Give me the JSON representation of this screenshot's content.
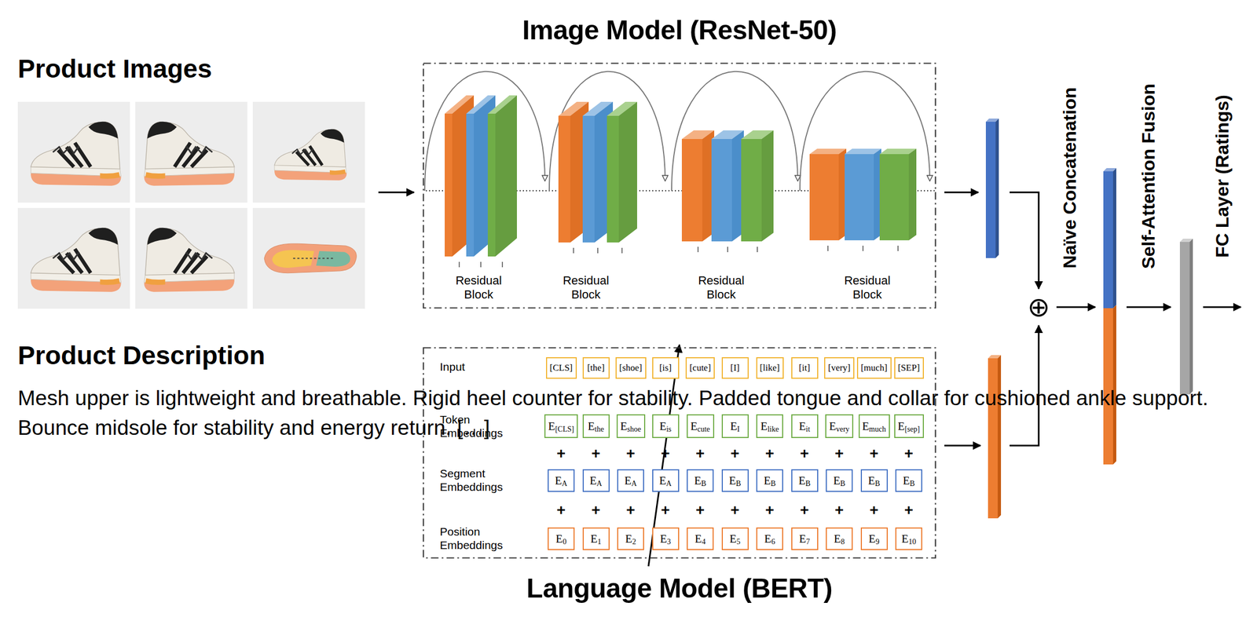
{
  "diagram": {
    "nodes": [
      {
        "text": [
          "Product Images"
        ]
      },
      {
        "text": [
          "Image Model (ResNet-50)"
        ]
      },
      {
        "text": [
          "Residual Block"
        ],
        "in": 1
      },
      {
        "text": [
          "Residual Block"
        ],
        "in": 1
      },
      {
        "text": [
          "Residual Block"
        ],
        "in": 1
      },
      {
        "text": [
          "Residual Block"
        ],
        "in": 1
      },
      {
        "text": [
          "Product Description",
          "Mesh upper is lightweight and breathable. Rigid heel counter for stability. Padded tongue and collar for cushioned ankle support. Bounce midsole for stability and energy return. […]"
        ]
      },
      {
        "text": [
          "Language Model (BERT)"
        ]
      },
      {
        "text": [
          "[CLS]"
        ],
        "in": 7
      },
      {
        "text": [
          "[the]"
        ],
        "in": 7
      },
      {
        "text": [
          "[shoe]"
        ],
        "in": 7
      },
      {
        "text": [
          "[is]"
        ],
        "in": 7
      },
      {
        "text": [
          "[cute]"
        ],
        "in": 7
      },
      {
        "text": [
          "[I]"
        ],
        "in": 7
      },
      {
        "text": [
          "[like]"
        ],
        "in": 7
      },
      {
        "text": [
          "[it]"
        ],
        "in": 7
      },
      {
        "text": [
          "[very]"
        ],
        "in": 7
      },
      {
        "text": [
          "[much]"
        ],
        "in": 7
      },
      {
        "text": [
          "[SEP]"
        ],
        "in": 7
      },
      {
        "text": [
          "E",
          "[CLS]"
        ],
        "in": 7
      },
      {
        "text": [
          "E",
          "the"
        ],
        "in": 7
      },
      {
        "text": [
          "E",
          "shoe"
        ],
        "in": 7
      },
      {
        "text": [
          "E",
          "is"
        ],
        "in": 7
      },
      {
        "text": [
          "E",
          "cute"
        ],
        "in": 7
      },
      {
        "text": [
          "E",
          "I"
        ],
        "in": 7
      },
      {
        "text": [
          "E",
          "like"
        ],
        "in": 7
      },
      {
        "text": [
          "E",
          "it"
        ],
        "in": 7
      },
      {
        "text": [
          "E",
          "very"
        ],
        "in": 7
      },
      {
        "text": [
          "E",
          "much"
        ],
        "in": 7
      },
      {
        "text": [
          "E",
          "[sep]"
        ],
        "in": 7
      },
      {
        "text": [
          "E",
          "A"
        ],
        "in": 7
      },
      {
        "text": [
          "E",
          "A"
        ],
        "in": 7
      },
      {
        "text": [
          "E",
          "A"
        ],
        "in": 7
      },
      {
        "text": [
          "E",
          "A"
        ],
        "in": 7
      },
      {
        "text": [
          "E",
          "B"
        ],
        "in": 7
      },
      {
        "text": [
          "E",
          "B"
        ],
        "in": 7
      },
      {
        "text": [
          "E",
          "B"
        ],
        "in": 7
      },
      {
        "text": [
          "E",
          "B"
        ],
        "in": 7
      },
      {
        "text": [
          "E",
          "B"
        ],
        "in": 7
      },
      {
        "text": [
          "E",
          "B"
        ],
        "in": 7
      },
      {
        "text": [
          "E",
          "B"
        ],
        "in": 7
      },
      {
        "text": [
          "E",
          "0"
        ],
        "in": 7
      },
      {
        "text": [
          "E",
          "1"
        ],
        "in": 7
      },
      {
        "text": [
          "E",
          "2"
        ],
        "in": 7
      },
      {
        "text": [
          "E",
          "3"
        ],
        "in": 7
      },
      {
        "text": [
          "E",
          "4"
        ],
        "in": 7
      },
      {
        "text": [
          "E",
          "5"
        ],
        "in": 7
      },
      {
        "text": [
          "E",
          "6"
        ],
        "in": 7
      },
      {
        "text": [
          "E",
          "7"
        ],
        "in": 7
      },
      {
        "text": [
          "E",
          "8"
        ],
        "in": 7
      },
      {
        "text": [
          "E",
          "9"
        ],
        "in": 7
      },
      {
        "text": [
          "E",
          "10"
        ],
        "in": 7
      }
    ],
    "edges": [
      {
        "from": 0,
        "to": 1,
        "arrow": "to"
      },
      {
        "from": 6,
        "to": 7,
        "arrow": "to"
      }
    ],
    "labels": [
      "Input",
      "Token Embeddings",
      "+",
      "+",
      "+",
      "+",
      "+",
      "+",
      "+",
      "+",
      "+",
      "+",
      "+",
      "Segment Embeddings",
      "+",
      "+",
      "+",
      "+",
      "+",
      "+",
      "+",
      "+",
      "+",
      "+",
      "+",
      "Position Embeddings",
      "⊕",
      "Naïve Concatenation",
      "Self-Attention Fusion",
      "FC Layer (Ratings)"
    ]
  }
}
